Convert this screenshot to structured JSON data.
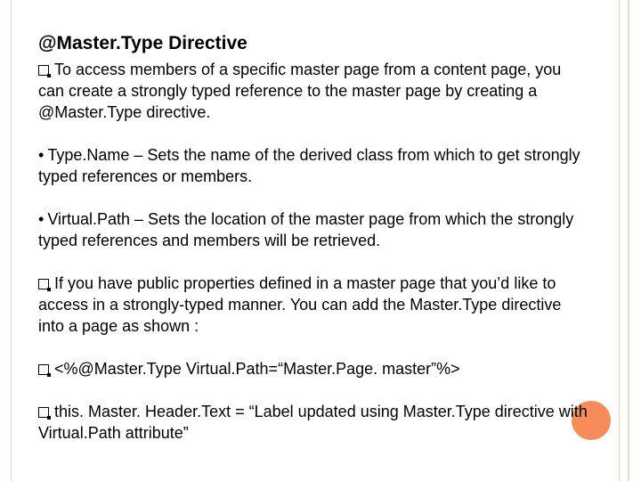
{
  "title": "@Master.Type Directive",
  "paragraphs": [
    {
      "bullet": "square",
      "text": "To access members of a specific master page from a content page, you can create a strongly typed reference to the master page by creating a @Master.Type directive."
    },
    {
      "bullet": "dot",
      "text": "Type.Name – Sets the name of the derived class from which to get strongly typed references or members."
    },
    {
      "bullet": "dot",
      "text": "Virtual.Path – Sets the location of the master page from which the strongly typed references and members will be retrieved."
    },
    {
      "bullet": "square",
      "text": "If you have public properties defined in a master page that you’d like to access in a strongly-typed manner. You can add the Master.Type directive into a page as shown :"
    },
    {
      "bullet": "square",
      "text": "<%@Master.Type Virtual.Path=“Master.Page. master”%>"
    },
    {
      "bullet": "square",
      "text": "this. Master. Header.Text = “Label updated using Master.Type directive with Virtual.Path attribute”"
    }
  ],
  "dot_symbol": "•",
  "colors": {
    "accent_circle": "#f58c5a",
    "frame_line": "#f2cdb8"
  }
}
